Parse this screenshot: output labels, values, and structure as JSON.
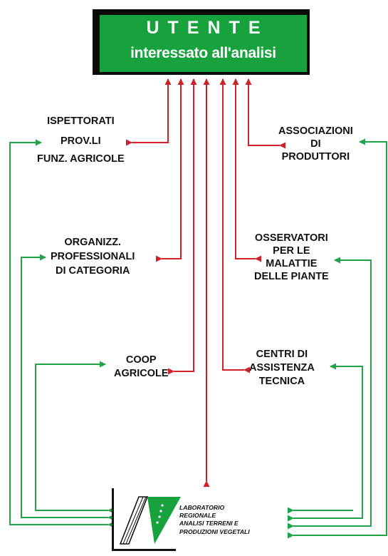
{
  "header": {
    "title": "UTENTE",
    "subtitle": "interessato all'analisi"
  },
  "nodes": {
    "ispettorati": [
      "ISPETTORATI",
      "PROV.LI",
      "FUNZ. AGRICOLE"
    ],
    "associazioni": [
      "ASSOCIAZIONI",
      "DI",
      "PRODUTTORI"
    ],
    "organizzazioni": [
      "ORGANIZZ.",
      "PROFESSIONALI",
      "DI CATEGORIA"
    ],
    "osservatori": [
      "OSSERVATORI",
      "PER LE",
      "MALATTIE",
      "DELLE PIANTE"
    ],
    "coop": [
      "COOP",
      "AGRICOLE"
    ],
    "centri": [
      "CENTRI DI",
      "ASSISTENZA",
      "TECNICA"
    ]
  },
  "laboratory": {
    "lines": [
      "LABORATORIO",
      "REGIONALE",
      "ANALISI TERRENI E",
      "PRODUZIONI VEGETALI"
    ]
  },
  "colors": {
    "header_green": "#17a23d",
    "header_shadow": "#0a0a0a",
    "arrow_red": "#d0202a",
    "arrow_green": "#21a347"
  }
}
